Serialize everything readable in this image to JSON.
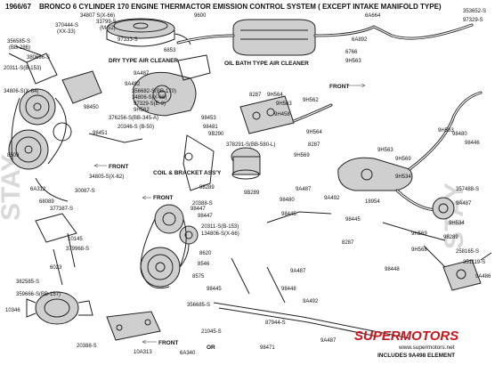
{
  "header": {
    "year": "1966/67",
    "title": "BRONCO 6 CYLINDER 170 ENGINE THERMACTOR EMISSION CONTROL SYSTEM ( EXCEPT INTAKE MANIFOLD TYPE)"
  },
  "captions": {
    "dry_cleaner": "DRY TYPE AIR CLEANER",
    "oil_bath": "OIL BATH TYPE AIR CLEANER",
    "coil_bracket": "COIL & BRACKET ASS'Y",
    "includes": "INCLUDES 9A498 ELEMENT",
    "front_1": "FRONT",
    "front_2": "FRONT",
    "front_3": "FRONT",
    "front_4": "FRONT",
    "or": "OR"
  },
  "watermark": {
    "left": "STAY",
    "right": "STAY"
  },
  "brand": {
    "name": "SUPERMOTORS",
    "url": "www.supermotors.net",
    "color": "#c8161d"
  },
  "labels": [
    {
      "id": "l0",
      "text": "356585-S"
    },
    {
      "id": "l1",
      "text": "(BB-286)"
    },
    {
      "id": "l2",
      "text": "370444-S"
    },
    {
      "id": "l3",
      "text": "(XX-33)"
    },
    {
      "id": "l4",
      "text": "34807 S(X-66)"
    },
    {
      "id": "l5",
      "text": "33799-S"
    },
    {
      "id": "l6",
      "text": "(M-52)"
    },
    {
      "id": "l7",
      "text": "9600"
    },
    {
      "id": "l8",
      "text": "97329-S"
    },
    {
      "id": "l9",
      "text": "6A664"
    },
    {
      "id": "l10",
      "text": "353652-S"
    },
    {
      "id": "l11",
      "text": "6A892"
    },
    {
      "id": "l12",
      "text": "6766"
    },
    {
      "id": "l13",
      "text": "9H563"
    },
    {
      "id": "l14",
      "text": "9H564"
    },
    {
      "id": "l15",
      "text": "9H563"
    },
    {
      "id": "l16",
      "text": "9H458"
    },
    {
      "id": "l17",
      "text": "9H562"
    },
    {
      "id": "l18",
      "text": "8287"
    },
    {
      "id": "l19",
      "text": "8287"
    },
    {
      "id": "l20",
      "text": "9A487"
    },
    {
      "id": "l21",
      "text": "9A492"
    },
    {
      "id": "l22",
      "text": "356682-S(BB-170)"
    },
    {
      "id": "l23",
      "text": "34806-S(X-66)"
    },
    {
      "id": "l24",
      "text": "97329-S(E-9)"
    },
    {
      "id": "l25",
      "text": "9H562"
    },
    {
      "id": "l26",
      "text": "98450"
    },
    {
      "id": "l27",
      "text": "376256-S(BB-345-A)"
    },
    {
      "id": "l28",
      "text": "20346-S (B-50)"
    },
    {
      "id": "l29",
      "text": "98481"
    },
    {
      "id": "l30",
      "text": "98453"
    },
    {
      "id": "l31",
      "text": "9B290"
    },
    {
      "id": "l32",
      "text": "98451"
    },
    {
      "id": "l33",
      "text": "8509"
    },
    {
      "id": "l34",
      "text": "6A312"
    },
    {
      "id": "l35",
      "text": "30087-S"
    },
    {
      "id": "l36",
      "text": "68089"
    },
    {
      "id": "l37",
      "text": "377387-S"
    },
    {
      "id": "l38",
      "text": "34805-S(X-62)"
    },
    {
      "id": "l39",
      "text": "9H569"
    },
    {
      "id": "l40",
      "text": "378291-S(BB-580-L)"
    },
    {
      "id": "l41",
      "text": "9H563"
    },
    {
      "id": "l42",
      "text": "9H569"
    },
    {
      "id": "l43",
      "text": "9H534"
    },
    {
      "id": "l44",
      "text": "357488-S"
    },
    {
      "id": "l45",
      "text": "9A487"
    },
    {
      "id": "l46",
      "text": "18954"
    },
    {
      "id": "l47",
      "text": "9H534"
    },
    {
      "id": "l48",
      "text": "9H563"
    },
    {
      "id": "l49",
      "text": "98480"
    },
    {
      "id": "l50",
      "text": "98446"
    },
    {
      "id": "l51",
      "text": "9A487"
    },
    {
      "id": "l52",
      "text": "9A492"
    },
    {
      "id": "l53",
      "text": "98480"
    },
    {
      "id": "l54",
      "text": "98445"
    },
    {
      "id": "l55",
      "text": "9B289"
    },
    {
      "id": "l56",
      "text": "98447"
    },
    {
      "id": "l57",
      "text": "20311-S(B-153)"
    },
    {
      "id": "l58",
      "text": "134806-S(X-66)"
    },
    {
      "id": "l59",
      "text": "8620"
    },
    {
      "id": "l60",
      "text": "8546"
    },
    {
      "id": "l61",
      "text": "10145"
    },
    {
      "id": "l62",
      "text": "379968-S"
    },
    {
      "id": "l63",
      "text": "6023"
    },
    {
      "id": "l64",
      "text": "382585-S"
    },
    {
      "id": "l65",
      "text": "359666-S(BB-157)"
    },
    {
      "id": "l66",
      "text": "10346"
    },
    {
      "id": "l67",
      "text": "356685-S"
    },
    {
      "id": "l68",
      "text": "98445"
    },
    {
      "id": "l69",
      "text": "9A487"
    },
    {
      "id": "l70",
      "text": "9A492"
    },
    {
      "id": "l71",
      "text": "98448"
    },
    {
      "id": "l72",
      "text": "87944-S"
    },
    {
      "id": "l73",
      "text": "98471"
    },
    {
      "id": "l74",
      "text": "21045-S"
    },
    {
      "id": "l75",
      "text": "6A340"
    },
    {
      "id": "l76",
      "text": "10A313"
    },
    {
      "id": "l77",
      "text": "20388-S"
    },
    {
      "id": "l78",
      "text": "8287"
    },
    {
      "id": "l79",
      "text": "9H569"
    },
    {
      "id": "l80",
      "text": "9H568"
    },
    {
      "id": "l81",
      "text": "98445"
    },
    {
      "id": "l82",
      "text": "98289"
    },
    {
      "id": "l83",
      "text": "258165-S"
    },
    {
      "id": "l84",
      "text": "351119-S"
    },
    {
      "id": "l85",
      "text": "9A486"
    },
    {
      "id": "l86",
      "text": "98448"
    },
    {
      "id": "l87",
      "text": "9A487"
    },
    {
      "id": "l88",
      "text": "98289"
    },
    {
      "id": "l89",
      "text": "20388-S"
    },
    {
      "id": "l90",
      "text": "8575"
    },
    {
      "id": "l91",
      "text": "20311-S(B-153)"
    },
    {
      "id": "l92",
      "text": "34806-S(X-64)"
    },
    {
      "id": "l93",
      "text": "380696-S"
    },
    {
      "id": "l94",
      "text": "97333-S"
    },
    {
      "id": "l95",
      "text": "6853"
    },
    {
      "id": "l96",
      "text": "98447"
    },
    {
      "id": "l97",
      "text": "9H564"
    }
  ]
}
